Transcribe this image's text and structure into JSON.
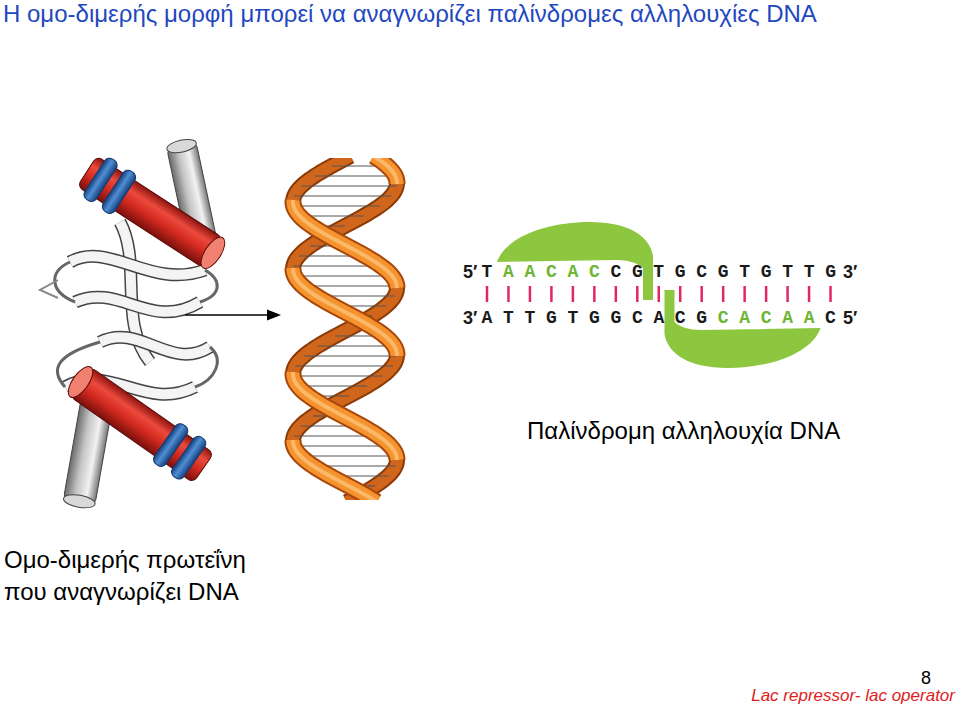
{
  "diagram": {
    "title": "Η ομο-διμερής μορφή μπορεί να αναγνωρίζει παλίνδρομες αλληλουχίες DNA",
    "labels": [
      "5′",
      "T",
      "A A C A C",
      "C G T G C G T G T T G",
      "3′",
      "3′",
      "A T T G T G G C A C G",
      "C A C A A",
      "C",
      "5′",
      "Παλίνδρομη αλληλουχία DNA",
      "Ομο-διμερής πρωτεΐνη που αναγνωρίζει DNA",
      "8",
      "Lac repressor- lac operator"
    ]
  }
}
